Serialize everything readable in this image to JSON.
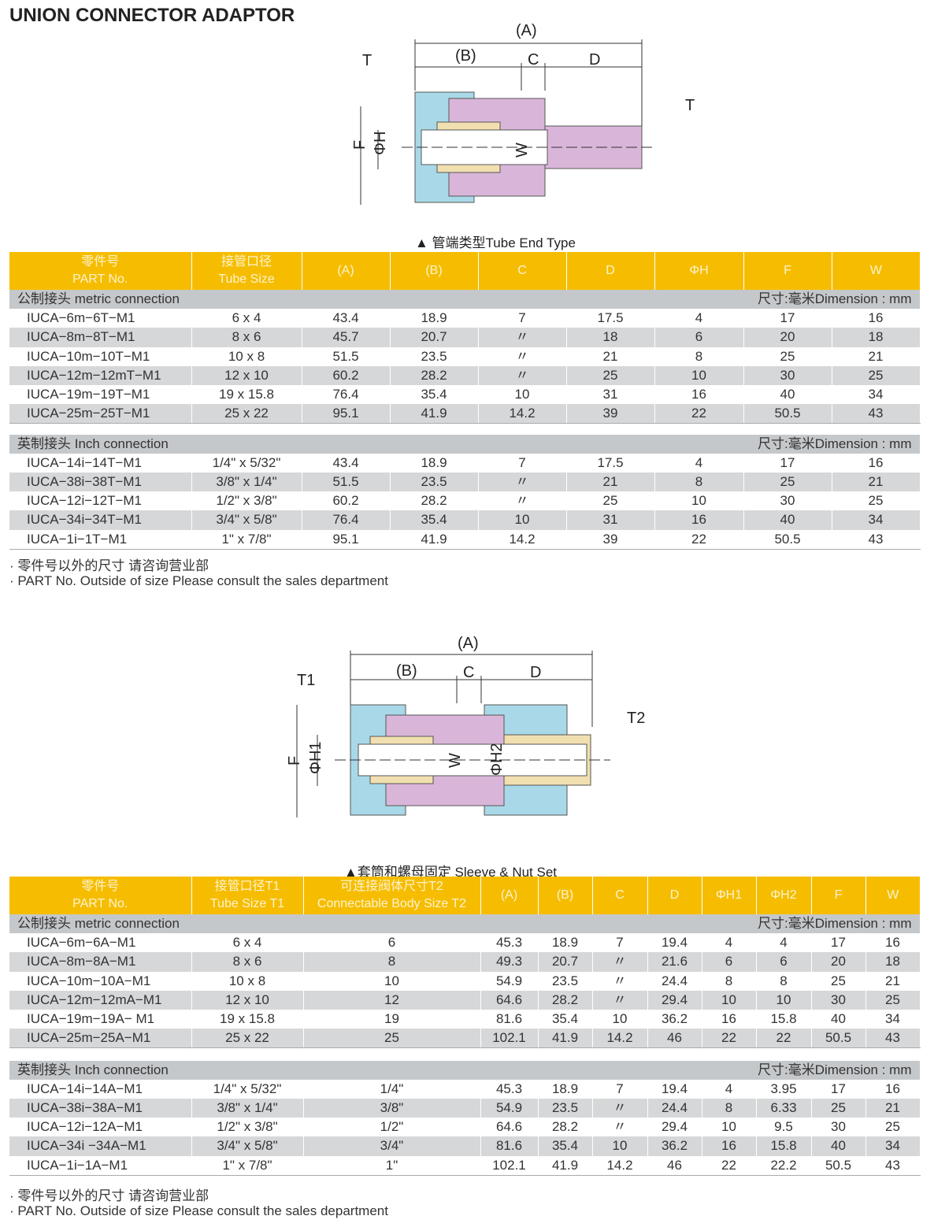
{
  "title": "UNION CONNECTOR ADAPTOR",
  "diagram1": {
    "labels": {
      "A": "(A)",
      "B": "(B)",
      "C": "C",
      "D": "D",
      "T": "T",
      "T_right": "T",
      "F": "F",
      "H": "ΦH",
      "W": "W"
    },
    "caption": "▲ 管端类型Tube End Type"
  },
  "diagram2": {
    "labels": {
      "A": "(A)",
      "B": "(B)",
      "C": "C",
      "D": "D",
      "T1": "T1",
      "T2": "T2",
      "F": "F",
      "H1": "ΦH1",
      "H2": "ΦH2",
      "W": "W"
    },
    "caption": "▲套筒和螺母固定 Sleeve & Nut Set"
  },
  "colors": {
    "header": "#f6bd00",
    "section": "#c5c8cb",
    "alt_row": "#d5d7d9"
  },
  "table1": {
    "headers": [
      [
        "零件号",
        "PART No."
      ],
      [
        "接管口径",
        "Tube Size"
      ],
      [
        "(A)"
      ],
      [
        "(B)"
      ],
      [
        "C"
      ],
      [
        "D"
      ],
      [
        "ΦH"
      ],
      [
        "F"
      ],
      [
        "W"
      ]
    ],
    "sections": [
      {
        "label": "公制接头 metric connection",
        "dimension": "尺寸:毫米Dimension : mm",
        "rows": [
          [
            "IUCA−6m−6T−M1",
            "6 x 4",
            "43.4",
            "18.9",
            "7",
            "17.5",
            "4",
            "17",
            "16"
          ],
          [
            "IUCA−8m−8T−M1",
            "8 x 6",
            "45.7",
            "20.7",
            "〃",
            "18",
            "6",
            "20",
            "18"
          ],
          [
            "IUCA−10m−10T−M1",
            "10 x 8",
            "51.5",
            "23.5",
            "〃",
            "21",
            "8",
            "25",
            "21"
          ],
          [
            "IUCA−12m−12mT−M1",
            "12 x 10",
            "60.2",
            "28.2",
            "〃",
            "25",
            "10",
            "30",
            "25"
          ],
          [
            "IUCA−19m−19T−M1",
            "19 x 15.8",
            "76.4",
            "35.4",
            "10",
            "31",
            "16",
            "40",
            "34"
          ],
          [
            "IUCA−25m−25T−M1",
            "25 x 22",
            "95.1",
            "41.9",
            "14.2",
            "39",
            "22",
            "50.5",
            "43"
          ]
        ]
      },
      {
        "label": "英制接头 Inch connection",
        "dimension": "尺寸:毫米Dimension : mm",
        "rows": [
          [
            "IUCA−14i−14T−M1",
            "1/4\" x 5/32\"",
            "43.4",
            "18.9",
            "7",
            "17.5",
            "4",
            "17",
            "16"
          ],
          [
            "IUCA−38i−38T−M1",
            "3/8\" x 1/4\"",
            "51.5",
            "23.5",
            "〃",
            "21",
            "8",
            "25",
            "21"
          ],
          [
            "IUCA−12i−12T−M1",
            "1/2\" x 3/8\"",
            "60.2",
            "28.2",
            "〃",
            "25",
            "10",
            "30",
            "25"
          ],
          [
            "IUCA−34i−34T−M1",
            "3/4\" x 5/8\"",
            "76.4",
            "35.4",
            "10",
            "31",
            "16",
            "40",
            "34"
          ],
          [
            "IUCA−1i−1T−M1",
            "1\" x 7/8\"",
            "95.1",
            "41.9",
            "14.2",
            "39",
            "22",
            "50.5",
            "43"
          ]
        ]
      }
    ],
    "notes": [
      "· 零件号以外的尺寸 请咨询营业部",
      "· PART No. Outside of size Please consult the sales department"
    ]
  },
  "table2": {
    "headers": [
      [
        "零件号",
        "PART No."
      ],
      [
        "接管口径T1",
        "Tube Size T1"
      ],
      [
        "可连接阀体尺寸T2",
        "Connectable Body Size T2"
      ],
      [
        "(A)"
      ],
      [
        "(B)"
      ],
      [
        "C"
      ],
      [
        "D"
      ],
      [
        "ΦH1"
      ],
      [
        "ΦH2"
      ],
      [
        "F"
      ],
      [
        "W"
      ]
    ],
    "sections": [
      {
        "label": "公制接头 metric connection",
        "dimension": "尺寸:毫米Dimension : mm",
        "rows": [
          [
            "IUCA−6m−6A−M1",
            "6 x 4",
            "6",
            "45.3",
            "18.9",
            "7",
            "19.4",
            "4",
            "4",
            "17",
            "16"
          ],
          [
            "IUCA−8m−8A−M1",
            "8 x 6",
            "8",
            "49.3",
            "20.7",
            "〃",
            "21.6",
            "6",
            "6",
            "20",
            "18"
          ],
          [
            "IUCA−10m−10A−M1",
            "10 x 8",
            "10",
            "54.9",
            "23.5",
            "〃",
            "24.4",
            "8",
            "8",
            "25",
            "21"
          ],
          [
            "IUCA−12m−12mA−M1",
            "12 x 10",
            "12",
            "64.6",
            "28.2",
            "〃",
            "29.4",
            "10",
            "10",
            "30",
            "25"
          ],
          [
            "IUCA−19m−19A− M1",
            "19 x 15.8",
            "19",
            "81.6",
            "35.4",
            "10",
            "36.2",
            "16",
            "15.8",
            "40",
            "34"
          ],
          [
            "IUCA−25m−25A−M1",
            "25 x 22",
            "25",
            "102.1",
            "41.9",
            "14.2",
            "46",
            "22",
            "22",
            "50.5",
            "43"
          ]
        ]
      },
      {
        "label": "英制接头 Inch connection",
        "dimension": "尺寸:毫米Dimension : mm",
        "rows": [
          [
            "IUCA−14i−14A−M1",
            "1/4\" x 5/32\"",
            "1/4\"",
            "45.3",
            "18.9",
            "7",
            "19.4",
            "4",
            "3.95",
            "17",
            "16"
          ],
          [
            "IUCA−38i−38A−M1",
            "3/8\" x 1/4\"",
            "3/8\"",
            "54.9",
            "23.5",
            "〃",
            "24.4",
            "8",
            "6.33",
            "25",
            "21"
          ],
          [
            "IUCA−12i−12A−M1",
            "1/2\" x 3/8\"",
            "1/2\"",
            "64.6",
            "28.2",
            "〃",
            "29.4",
            "10",
            "9.5",
            "30",
            "25"
          ],
          [
            "IUCA−34i −34A−M1",
            "3/4\" x 5/8\"",
            "3/4\"",
            "81.6",
            "35.4",
            "10",
            "36.2",
            "16",
            "15.8",
            "40",
            "34"
          ],
          [
            "IUCA−1i−1A−M1",
            "1\" x 7/8\"",
            "1\"",
            "102.1",
            "41.9",
            "14.2",
            "46",
            "22",
            "22.2",
            "50.5",
            "43"
          ]
        ]
      }
    ],
    "notes": [
      "· 零件号以外的尺寸 请咨询营业部",
      "· PART No. Outside of size Please consult the sales department"
    ]
  }
}
